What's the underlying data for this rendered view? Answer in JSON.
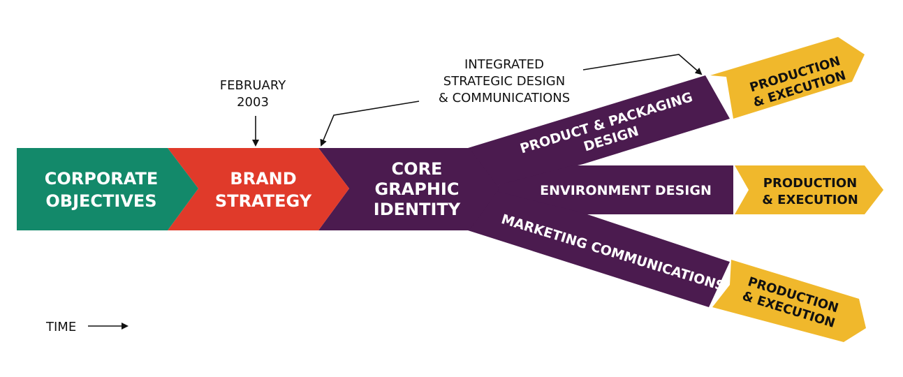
{
  "colors": {
    "green": "#13896a",
    "red": "#e03a2a",
    "purple": "#4b1b4f",
    "yellow": "#f0b82c",
    "ink": "#111111"
  },
  "stages": {
    "corporate": [
      "CORPORATE",
      "OBJECTIVES"
    ],
    "brand": [
      "BRAND",
      "STRATEGY"
    ],
    "core": [
      "CORE",
      "GRAPHIC",
      "IDENTITY"
    ]
  },
  "branches": {
    "product": [
      "PRODUCT & PACKAGING",
      "DESIGN"
    ],
    "environment": [
      "ENVIRONMENT DESIGN"
    ],
    "marketing": [
      "MARKETING COMMUNICATIONS"
    ]
  },
  "production": [
    "PRODUCTION",
    "& EXECUTION"
  ],
  "annotations": {
    "february": [
      "FEBRUARY",
      "2003"
    ],
    "integrated": [
      "INTEGRATED",
      "STRATEGIC DESIGN",
      "& COMMUNICATIONS"
    ],
    "time": "TIME"
  }
}
